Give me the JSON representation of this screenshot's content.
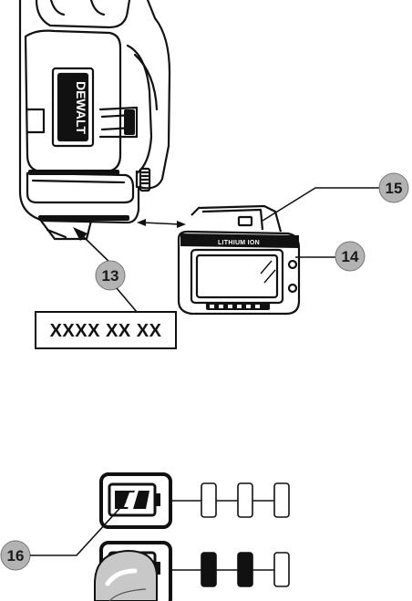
{
  "callouts": {
    "c13": "13",
    "c14": "14",
    "c15": "15",
    "c16": "16"
  },
  "date_code_label": "XXXX XX XX",
  "tool_brand": "DEWALT",
  "battery_label": "LITHIUM ION",
  "fuel_gauge": {
    "top_row_leds_lit": 0,
    "bottom_row_leds_lit": 2,
    "leds_total": 3
  },
  "colors": {
    "line": "#111111",
    "callout_fill": "#b3b3b3",
    "led_lit": "#111111",
    "finger": "#c8c8c8"
  }
}
